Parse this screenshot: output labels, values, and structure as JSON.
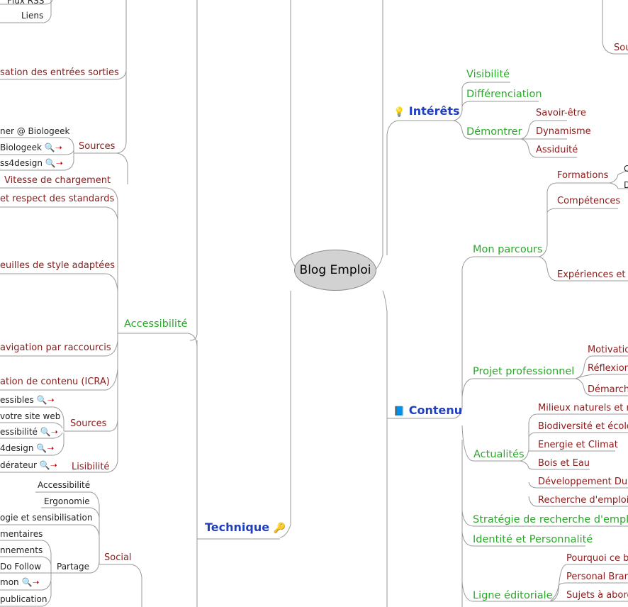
{
  "center": "Blog Emploi",
  "left": {
    "top_leaves": [
      "Flux RSS",
      "Liens"
    ],
    "entries": "sation des entrées sorties",
    "sources_group": {
      "label": "Sources",
      "items": [
        "ner @ Biologeek",
        "Biologeek",
        "ss4design"
      ]
    },
    "accessibility": {
      "label": "Accessibilité",
      "items": [
        "Vitesse de chargement",
        "et respect des standards",
        "euilles de style adaptées",
        "avigation par raccourcis",
        "ation de contenu (ICRA)"
      ],
      "sources": {
        "label": "Sources",
        "items": [
          "essibles",
          "votre site web",
          "essibilité",
          "4design"
        ]
      },
      "legibility": {
        "label": "Lisibilité",
        "item": "dérateur"
      }
    },
    "social": {
      "label": "Social",
      "items": [
        "Accessibilité",
        "Ergonomie",
        "ogie et sensibilisation"
      ],
      "partage": {
        "label": "Partage",
        "items": [
          "mentaires",
          "nnements",
          "Do Follow",
          "mon",
          "publication"
        ]
      }
    },
    "technique": "Technique"
  },
  "right": {
    "top_leaf": "Sou",
    "interets": {
      "label": "Intérêts",
      "items": [
        "Visibilité",
        "Différenciation",
        "Démontrer"
      ],
      "demontrer": [
        "Savoir-être",
        "Dynamisme",
        "Assiduité"
      ]
    },
    "contenu": {
      "label": "Contenu",
      "parcours": {
        "label": "Mon parcours",
        "items": [
          "Formations",
          "Compétences",
          "Expériences et r"
        ],
        "formations_leaves": [
          "C",
          "D"
        ]
      },
      "projet": {
        "label": "Projet professionnel",
        "items": [
          "Motivatio",
          "Réflexion",
          "Démarch"
        ]
      },
      "actualites": {
        "label": "Actualités",
        "items": [
          "Milieux naturels et re",
          "Biodiversité et écolo",
          "Energie et Climat",
          "Bois et Eau",
          "Développement Dur",
          "Recherche d'emploi"
        ]
      },
      "strategie": "Stratégie de recherche d'emplo",
      "identite": "Identité et Personnalité",
      "ligne": {
        "label": "Ligne éditoriale",
        "items": [
          "Pourquoi ce b",
          "Personal Bran",
          "Sujets à abord"
        ]
      }
    }
  },
  "colors": {
    "detail": "#8b1a1a",
    "branch": "#2aa82a",
    "main": "#1f3fbf",
    "line": "#9a9a9a"
  }
}
